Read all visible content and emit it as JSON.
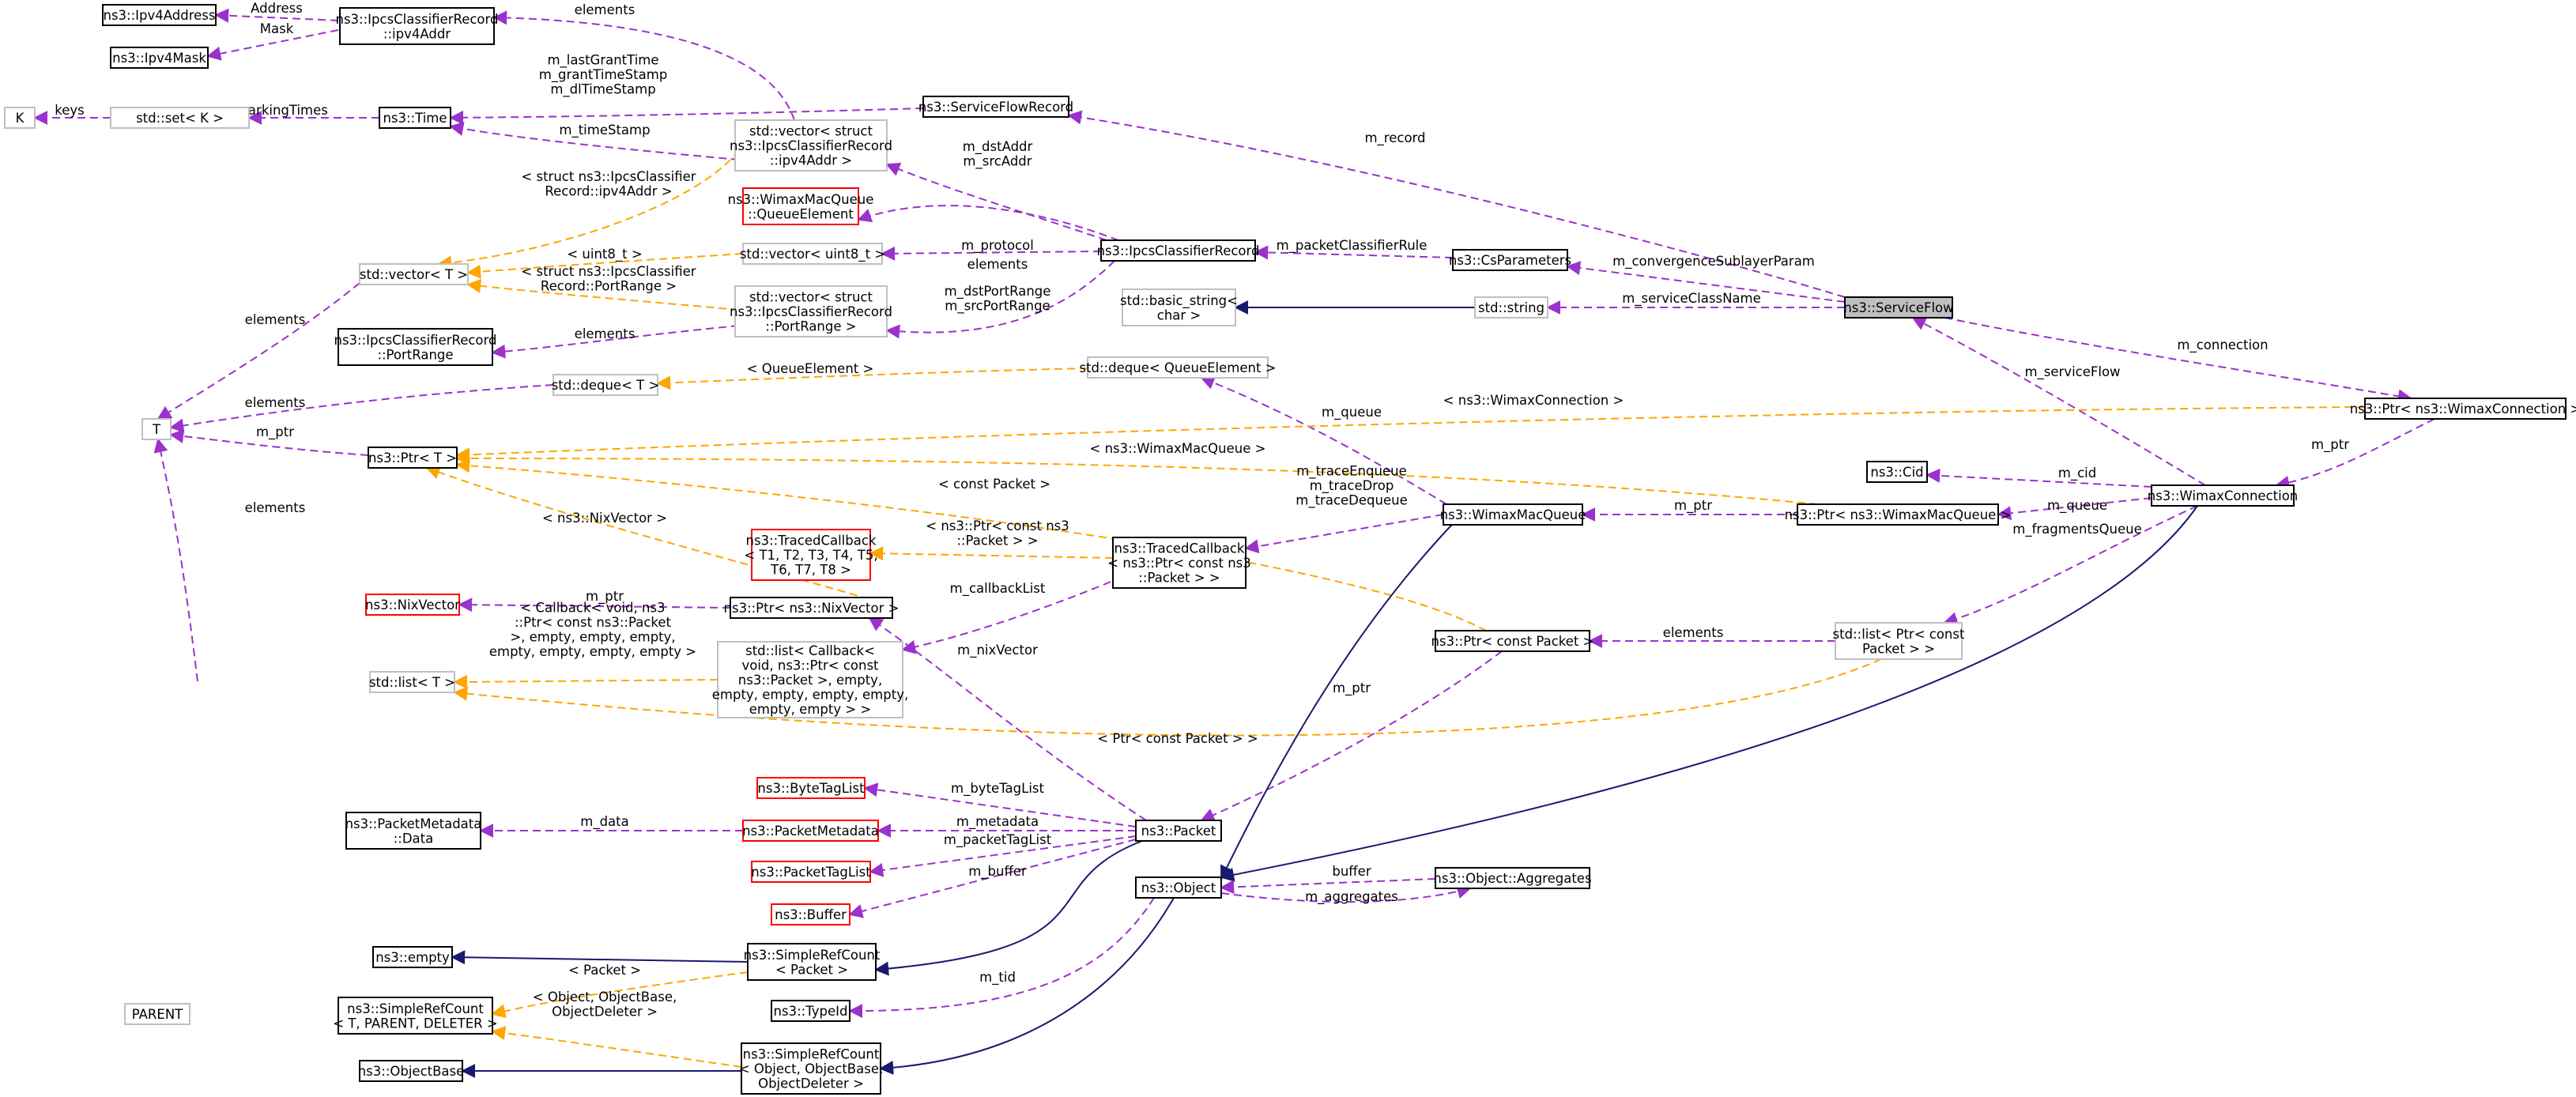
{
  "colors": {
    "node_border": "#000000",
    "node_border_missing": "#bfbfbf",
    "node_border_undocumented": "#ff0000",
    "focus_fill": "#bfbfbf",
    "usage_edge": "#9a32cd",
    "template_edge": "#ffa500",
    "inheritance_edge": "#191970"
  },
  "nodes": {
    "ipv4address": {
      "label": [
        "ns3::Ipv4Address"
      ]
    },
    "ipv4mask": {
      "label": [
        "ns3::Ipv4Mask"
      ]
    },
    "ipcs_ipv4addr": {
      "label": [
        "ns3::IpcsClassifierRecord",
        "::ipv4Addr"
      ]
    },
    "k": {
      "label": [
        "K"
      ]
    },
    "set_k": {
      "label": [
        "std::set< K >"
      ]
    },
    "time": {
      "label": [
        "ns3::Time"
      ]
    },
    "vector_ipv4addr": {
      "label": [
        "std::vector< struct",
        "ns3::IpcsClassifierRecord",
        "::ipv4Addr >"
      ]
    },
    "serviceflowrecord": {
      "label": [
        "ns3::ServiceFlowRecord"
      ]
    },
    "queueelement": {
      "label": [
        "ns3::WimaxMacQueue",
        "::QueueElement"
      ]
    },
    "vector_t": {
      "label": [
        "std::vector< T >"
      ]
    },
    "vector_uint8": {
      "label": [
        "std::vector< uint8_t >"
      ]
    },
    "ipcsclassifierrecord": {
      "label": [
        "ns3::IpcsClassifierRecord"
      ]
    },
    "csparameters": {
      "label": [
        "ns3::CsParameters"
      ]
    },
    "basic_string": {
      "label": [
        "std::basic_string<",
        "char >"
      ]
    },
    "string": {
      "label": [
        "std::string"
      ]
    },
    "serviceflow": {
      "label": [
        "ns3::ServiceFlow"
      ]
    },
    "vector_portrange": {
      "label": [
        "std::vector< struct",
        "ns3::IpcsClassifierRecord",
        "::PortRange >"
      ]
    },
    "portrange": {
      "label": [
        "ns3::IpcsClassifierRecord",
        "::PortRange"
      ]
    },
    "deque_t": {
      "label": [
        "std::deque< T >"
      ]
    },
    "deque_qe": {
      "label": [
        "std::deque< QueueElement >"
      ]
    },
    "t": {
      "label": [
        "T"
      ]
    },
    "ptr_t": {
      "label": [
        "ns3::Ptr< T >"
      ]
    },
    "ptr_wimaxconnection": {
      "label": [
        "ns3::Ptr< ns3::WimaxConnection >"
      ]
    },
    "cid": {
      "label": [
        "ns3::Cid"
      ]
    },
    "wimaxmacqueue": {
      "label": [
        "ns3::WimaxMacQueue"
      ]
    },
    "ptr_wimaxmacqueue": {
      "label": [
        "ns3::Ptr< ns3::WimaxMacQueue >"
      ]
    },
    "wimaxconnection": {
      "label": [
        "ns3::WimaxConnection"
      ]
    },
    "tracedcallback_t": {
      "label": [
        "ns3::TracedCallback",
        "< T1, T2, T3, T4, T5,",
        "T6, T7, T8 >"
      ]
    },
    "tracedcallback_packet": {
      "label": [
        "ns3::TracedCallback",
        "< ns3::Ptr< const ns3",
        "::Packet > >"
      ]
    },
    "nixvector": {
      "label": [
        "ns3::NixVector"
      ]
    },
    "ptr_nixvector": {
      "label": [
        "ns3::Ptr< ns3::NixVector >"
      ]
    },
    "ptr_const_packet": {
      "label": [
        "ns3::Ptr< const Packet >"
      ]
    },
    "list_ptr_packet": {
      "label": [
        "std::list< Ptr< const",
        "Packet > >"
      ]
    },
    "list_t": {
      "label": [
        "std::list< T >"
      ]
    },
    "list_callback": {
      "label": [
        "std::list< Callback<",
        "void, ns3::Ptr< const",
        "ns3::Packet >, empty,",
        "empty, empty, empty, empty,",
        "empty, empty > >"
      ]
    },
    "bytetaglist": {
      "label": [
        "ns3::ByteTagList"
      ]
    },
    "packetmetadata_data": {
      "label": [
        "ns3::PacketMetadata",
        "::Data"
      ]
    },
    "packetmetadata": {
      "label": [
        "ns3::PacketMetadata"
      ]
    },
    "packet": {
      "label": [
        "ns3::Packet"
      ]
    },
    "packettaglist": {
      "label": [
        "ns3::PacketTagList"
      ]
    },
    "object": {
      "label": [
        "ns3::Object"
      ]
    },
    "aggregates": {
      "label": [
        "ns3::Object::Aggregates"
      ]
    },
    "buffer": {
      "label": [
        "ns3::Buffer"
      ]
    },
    "empty": {
      "label": [
        "ns3::empty"
      ]
    },
    "simplerefcount_packet": {
      "label": [
        "ns3::SimpleRefCount",
        "< Packet >"
      ]
    },
    "parent": {
      "label": [
        "PARENT"
      ]
    },
    "simplerefcount_t": {
      "label": [
        "ns3::SimpleRefCount",
        "< T, PARENT, DELETER >"
      ]
    },
    "typeid": {
      "label": [
        "ns3::TypeId"
      ]
    },
    "objectbase": {
      "label": [
        "ns3::ObjectBase"
      ]
    },
    "simplerefcount_object": {
      "label": [
        "ns3::SimpleRefCount",
        "< Object, ObjectBase,",
        "ObjectDeleter >"
      ]
    }
  },
  "edge_labels": {
    "address": [
      "Address"
    ],
    "mask": [
      "Mask"
    ],
    "elements_ipv4": [
      "elements"
    ],
    "keys": [
      "keys"
    ],
    "g_marking": [
      "g_markingTimes"
    ],
    "time_fields": [
      "m_lastGrantTime",
      "m_grantTimeStamp",
      "m_dlTimeStamp"
    ],
    "timestamp": [
      "m_timeStamp"
    ],
    "record": [
      "m_record"
    ],
    "dst_src_addr": [
      "m_dstAddr",
      "m_srcAddr"
    ],
    "struct_ipv4addr": [
      "< struct ns3::IpcsClassifier",
      "Record::ipv4Addr >"
    ],
    "uint8": [
      "< uint8_t >"
    ],
    "protocol": [
      "m_protocol"
    ],
    "packet_classifier_rule": [
      "m_packetClassifierRule"
    ],
    "convergence": [
      "m_convergenceSublayerParam"
    ],
    "elements_qe": [
      "elements"
    ],
    "struct_portrange": [
      "< struct ns3::IpcsClassifier",
      "Record::PortRange >"
    ],
    "elements_vector": [
      "elements"
    ],
    "service_class_name": [
      "m_serviceClassName"
    ],
    "port_range": [
      "m_dstPortRange",
      "m_srcPortRange"
    ],
    "elements_pr": [
      "elements"
    ],
    "connection": [
      "m_connection"
    ],
    "service_flow": [
      "m_serviceFlow"
    ],
    "queue_element": [
      "< QueueElement >"
    ],
    "elements_deque": [
      "elements"
    ],
    "queue": [
      "m_queue"
    ],
    "ptr_wimax_conn_tmpl": [
      "< ns3::WimaxConnection >"
    ],
    "m_ptr_t": [
      "m_ptr"
    ],
    "ptr_wimax_queue_tmpl": [
      "< ns3::WimaxMacQueue >"
    ],
    "m_ptr_conn": [
      "m_ptr"
    ],
    "cid_label": [
      "m_cid"
    ],
    "const_packet": [
      "< const Packet >"
    ],
    "traces": [
      "m_traceEnqueue",
      "m_traceDrop",
      "m_traceDequeue"
    ],
    "m_ptr_queue": [
      "m_ptr"
    ],
    "m_queue_conn": [
      "m_queue"
    ],
    "fragments": [
      "m_fragmentsQueue"
    ],
    "nixvector_tmpl": [
      "< ns3::NixVector >"
    ],
    "elements_list": [
      "elements"
    ],
    "ptr_const_ns3_packet": [
      "< ns3::Ptr< const ns3",
      "::Packet > >"
    ],
    "callback_list": [
      "m_callbackList"
    ],
    "m_ptr_nix": [
      "m_ptr"
    ],
    "elements_ptr_packet": [
      "elements"
    ],
    "callback_tmpl": [
      "< Callback< void, ns3",
      "::Ptr< const ns3::Packet",
      ">, empty, empty, empty,",
      "empty, empty, empty, empty >"
    ],
    "nix_vector": [
      "m_nixVector"
    ],
    "m_ptr_packet": [
      "m_ptr"
    ],
    "ptr_const_packet_tmpl": [
      "< Ptr< const Packet > >"
    ],
    "byte_tag_list": [
      "m_byteTagList"
    ],
    "m_data": [
      "m_data"
    ],
    "metadata": [
      "m_metadata"
    ],
    "packet_tag_list": [
      "m_packetTagList"
    ],
    "m_buffer": [
      "m_buffer"
    ],
    "buffer_label": [
      "buffer"
    ],
    "aggregates_label": [
      "m_aggregates"
    ],
    "packet_tmpl": [
      "< Packet >"
    ],
    "tid": [
      "m_tid"
    ],
    "object_tmpl": [
      "< Object, ObjectBase,",
      "ObjectDeleter >"
    ]
  }
}
